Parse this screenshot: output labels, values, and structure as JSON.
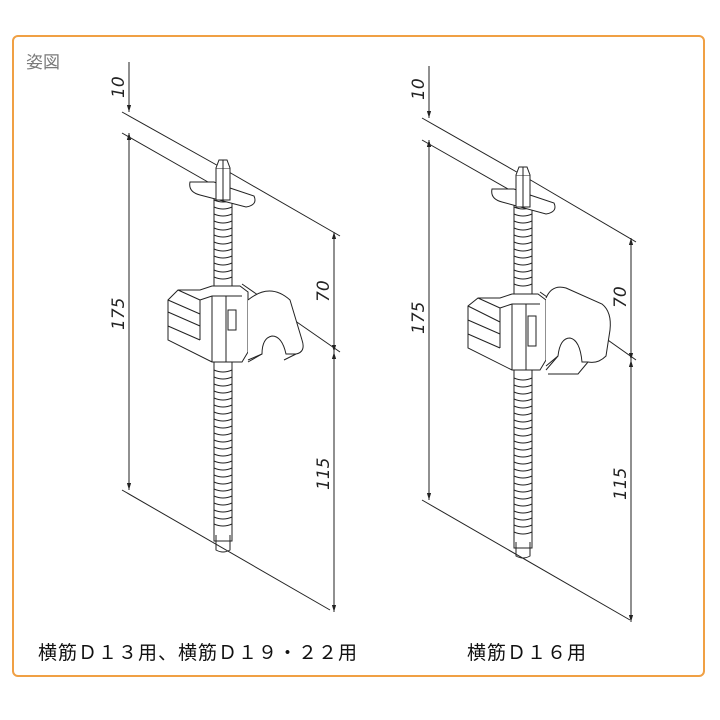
{
  "title": "姿図",
  "colors": {
    "frame": "#f0a044",
    "line": "#222222"
  },
  "figures": [
    {
      "caption": "横筋Ｄ１３用、横筋Ｄ１９・２２用",
      "dims": {
        "top": "10",
        "total": "175",
        "upper": "70",
        "lower": "115"
      }
    },
    {
      "caption": "横筋Ｄ１６用",
      "dims": {
        "top": "10",
        "total": "175",
        "upper": "70",
        "lower": "115"
      }
    }
  ]
}
